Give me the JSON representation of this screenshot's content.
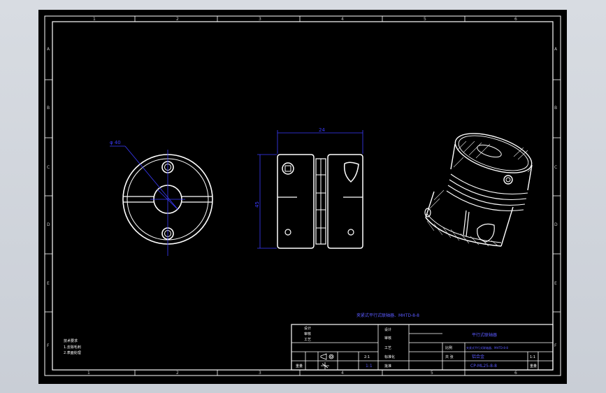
{
  "zones": {
    "columns": [
      "1",
      "2",
      "3",
      "4",
      "5",
      "6"
    ],
    "rows": [
      "A",
      "B",
      "C",
      "D",
      "E",
      "F"
    ]
  },
  "dimensions": {
    "diameter_label": "φ 40",
    "width_label": "24",
    "height_label": "45"
  },
  "colors": {
    "background": "#000000",
    "line": "#ffffff",
    "dimension": "#3b3bff",
    "hatch": "#e0e0e0"
  },
  "drawing_note": "夹紧式平行式联轴器、MHTD-8-8",
  "tech_notes": [
    "技术要求",
    "1.去除毛刺",
    "2.表面处理"
  ],
  "title_block": {
    "drawing_name": "平行式联轴器",
    "material": "铝合金",
    "part_number": "CP-ML25-8-8",
    "scale": "2:1",
    "sheet": "1:1",
    "labels": {
      "design": "设计",
      "check": "审核",
      "process": "工艺",
      "approve": "批准",
      "standard": "标准化",
      "count": "共 张",
      "weight": "重量",
      "ratio": "比例"
    }
  }
}
